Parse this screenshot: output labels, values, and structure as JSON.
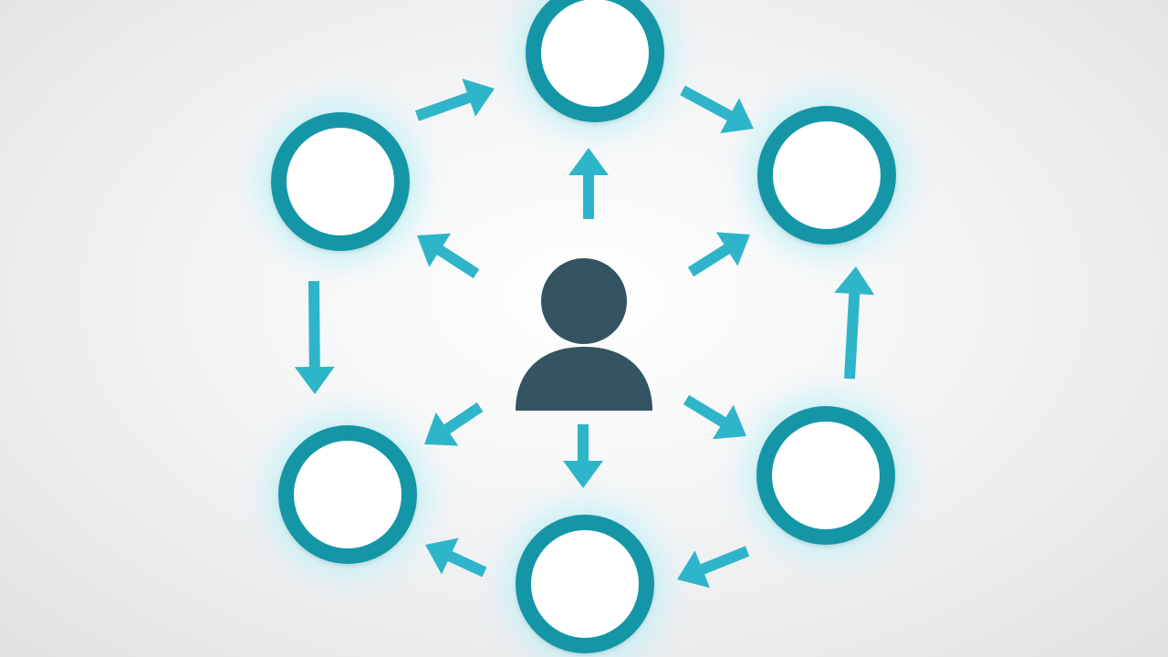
{
  "colors": {
    "ring": "#1596a7",
    "ring_glow": "#bff1f7",
    "arrow": "#2fb5c9",
    "person": "#355462",
    "node_fill": "#ffffff"
  },
  "center": {
    "icon": "person-icon"
  },
  "nodes": [
    {
      "id": "top",
      "label": ""
    },
    {
      "id": "upper-right",
      "label": ""
    },
    {
      "id": "lower-right",
      "label": ""
    },
    {
      "id": "bottom",
      "label": ""
    },
    {
      "id": "lower-left",
      "label": ""
    },
    {
      "id": "upper-left",
      "label": ""
    }
  ],
  "edges": [
    {
      "from": "center",
      "to": "top"
    },
    {
      "from": "center",
      "to": "upper-right"
    },
    {
      "from": "center",
      "to": "lower-right"
    },
    {
      "from": "center",
      "to": "bottom"
    },
    {
      "from": "center",
      "to": "lower-left"
    },
    {
      "from": "center",
      "to": "upper-left"
    },
    {
      "from": "upper-left",
      "to": "top"
    },
    {
      "from": "top",
      "to": "upper-right"
    },
    {
      "from": "lower-right",
      "to": "upper-right"
    },
    {
      "from": "lower-right",
      "to": "bottom"
    },
    {
      "from": "bottom",
      "to": "lower-left"
    },
    {
      "from": "upper-left",
      "to": "lower-left"
    }
  ]
}
